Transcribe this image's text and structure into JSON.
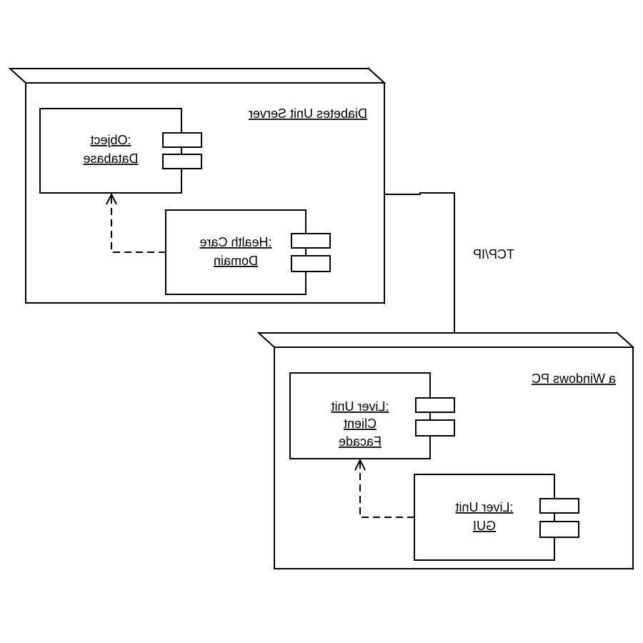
{
  "nodes": {
    "server": {
      "title": "Diabetes Unit Server"
    },
    "pc": {
      "title": "a Windows PC"
    }
  },
  "components": {
    "object_database": {
      "lines": [
        ":Object",
        "Database"
      ]
    },
    "health_care_domain": {
      "lines": [
        ":Health Care",
        "Domain"
      ]
    },
    "client_facade": {
      "lines": [
        ":Liver Unit",
        "Client",
        "Facade"
      ]
    },
    "liver_gui": {
      "lines": [
        ":Liver Unit",
        "GUI"
      ]
    }
  },
  "connection": {
    "label": "TCP/IP"
  }
}
